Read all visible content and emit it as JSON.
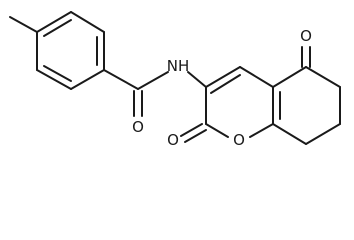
{
  "structure": {
    "atoms": {
      "nh": "NH",
      "amide_o": "O",
      "ketone_o": "O",
      "lactone_carbonyl_o": "O",
      "ring_o": "O"
    }
  },
  "colors": {
    "bond": "#1a1a1a",
    "background": "#ffffff"
  }
}
